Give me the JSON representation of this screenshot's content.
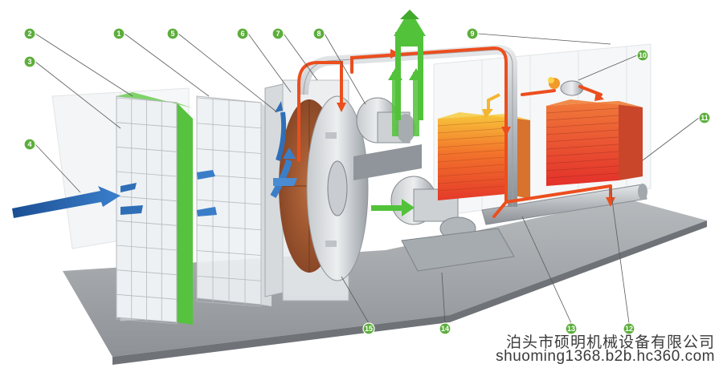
{
  "callouts": [
    {
      "label": "1"
    },
    {
      "label": "2"
    },
    {
      "label": "3"
    },
    {
      "label": "4"
    },
    {
      "label": "5"
    },
    {
      "label": "6"
    },
    {
      "label": "7"
    },
    {
      "label": "8"
    },
    {
      "label": "9"
    },
    {
      "label": "10"
    },
    {
      "label": "11"
    },
    {
      "label": "12"
    },
    {
      "label": "13"
    },
    {
      "label": "14"
    },
    {
      "label": "15"
    }
  ],
  "watermark": {
    "company": "泊头市硕明机械设备有限公司",
    "url": "shuoming1368.b2b.hc360.com"
  },
  "colors": {
    "callout": "#5cae3b",
    "inflow_arrow": "#1f5fa8",
    "clean_air_arrow": "#52c23a",
    "hot_gas_pipe": "#ec4e1e",
    "filter_green": "#54c23e",
    "rotor": "#a0592f",
    "catalyst_hot": "#e9452a",
    "catalyst_warm": "#f4b532",
    "base": "#9ea2a6"
  }
}
